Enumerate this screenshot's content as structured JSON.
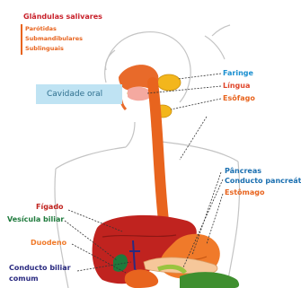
{
  "labels": {
    "glandulas_salivares": "Glândulas salivares",
    "parotidas": "Parótidas",
    "submandibulares": "Submandibulares",
    "sublinguais": "Sublinguais",
    "cavidade_oral": "Cavidade oral",
    "faringe": "Faringe",
    "lingua": "Língua",
    "esofago": "Esôfago",
    "pancreas": "Pâncreas",
    "conducto_pancreatico": "Conducto pancreático",
    "estomago": "Estômago",
    "figado": "Fígado",
    "vesicula_biliar": "Vesícula biliar",
    "duodeno": "Duodeno",
    "conducto_biliar_comum_1": "Conducto biliar",
    "conducto_biliar_comum_2": "comum"
  },
  "colors": {
    "salivary": "#c8202a",
    "pharynx": "#1a8fd0",
    "tongue": "#e0452a",
    "esophagus": "#e8641e",
    "pancreas": "#1a6fb0",
    "liver": "#c0231f",
    "gallbladder": "#1e7a3c",
    "duodenum": "#f07a2a",
    "bile_duct": "#2a2a80",
    "oral_box": "#bfe3f3",
    "outline": "#bbbbbb"
  }
}
